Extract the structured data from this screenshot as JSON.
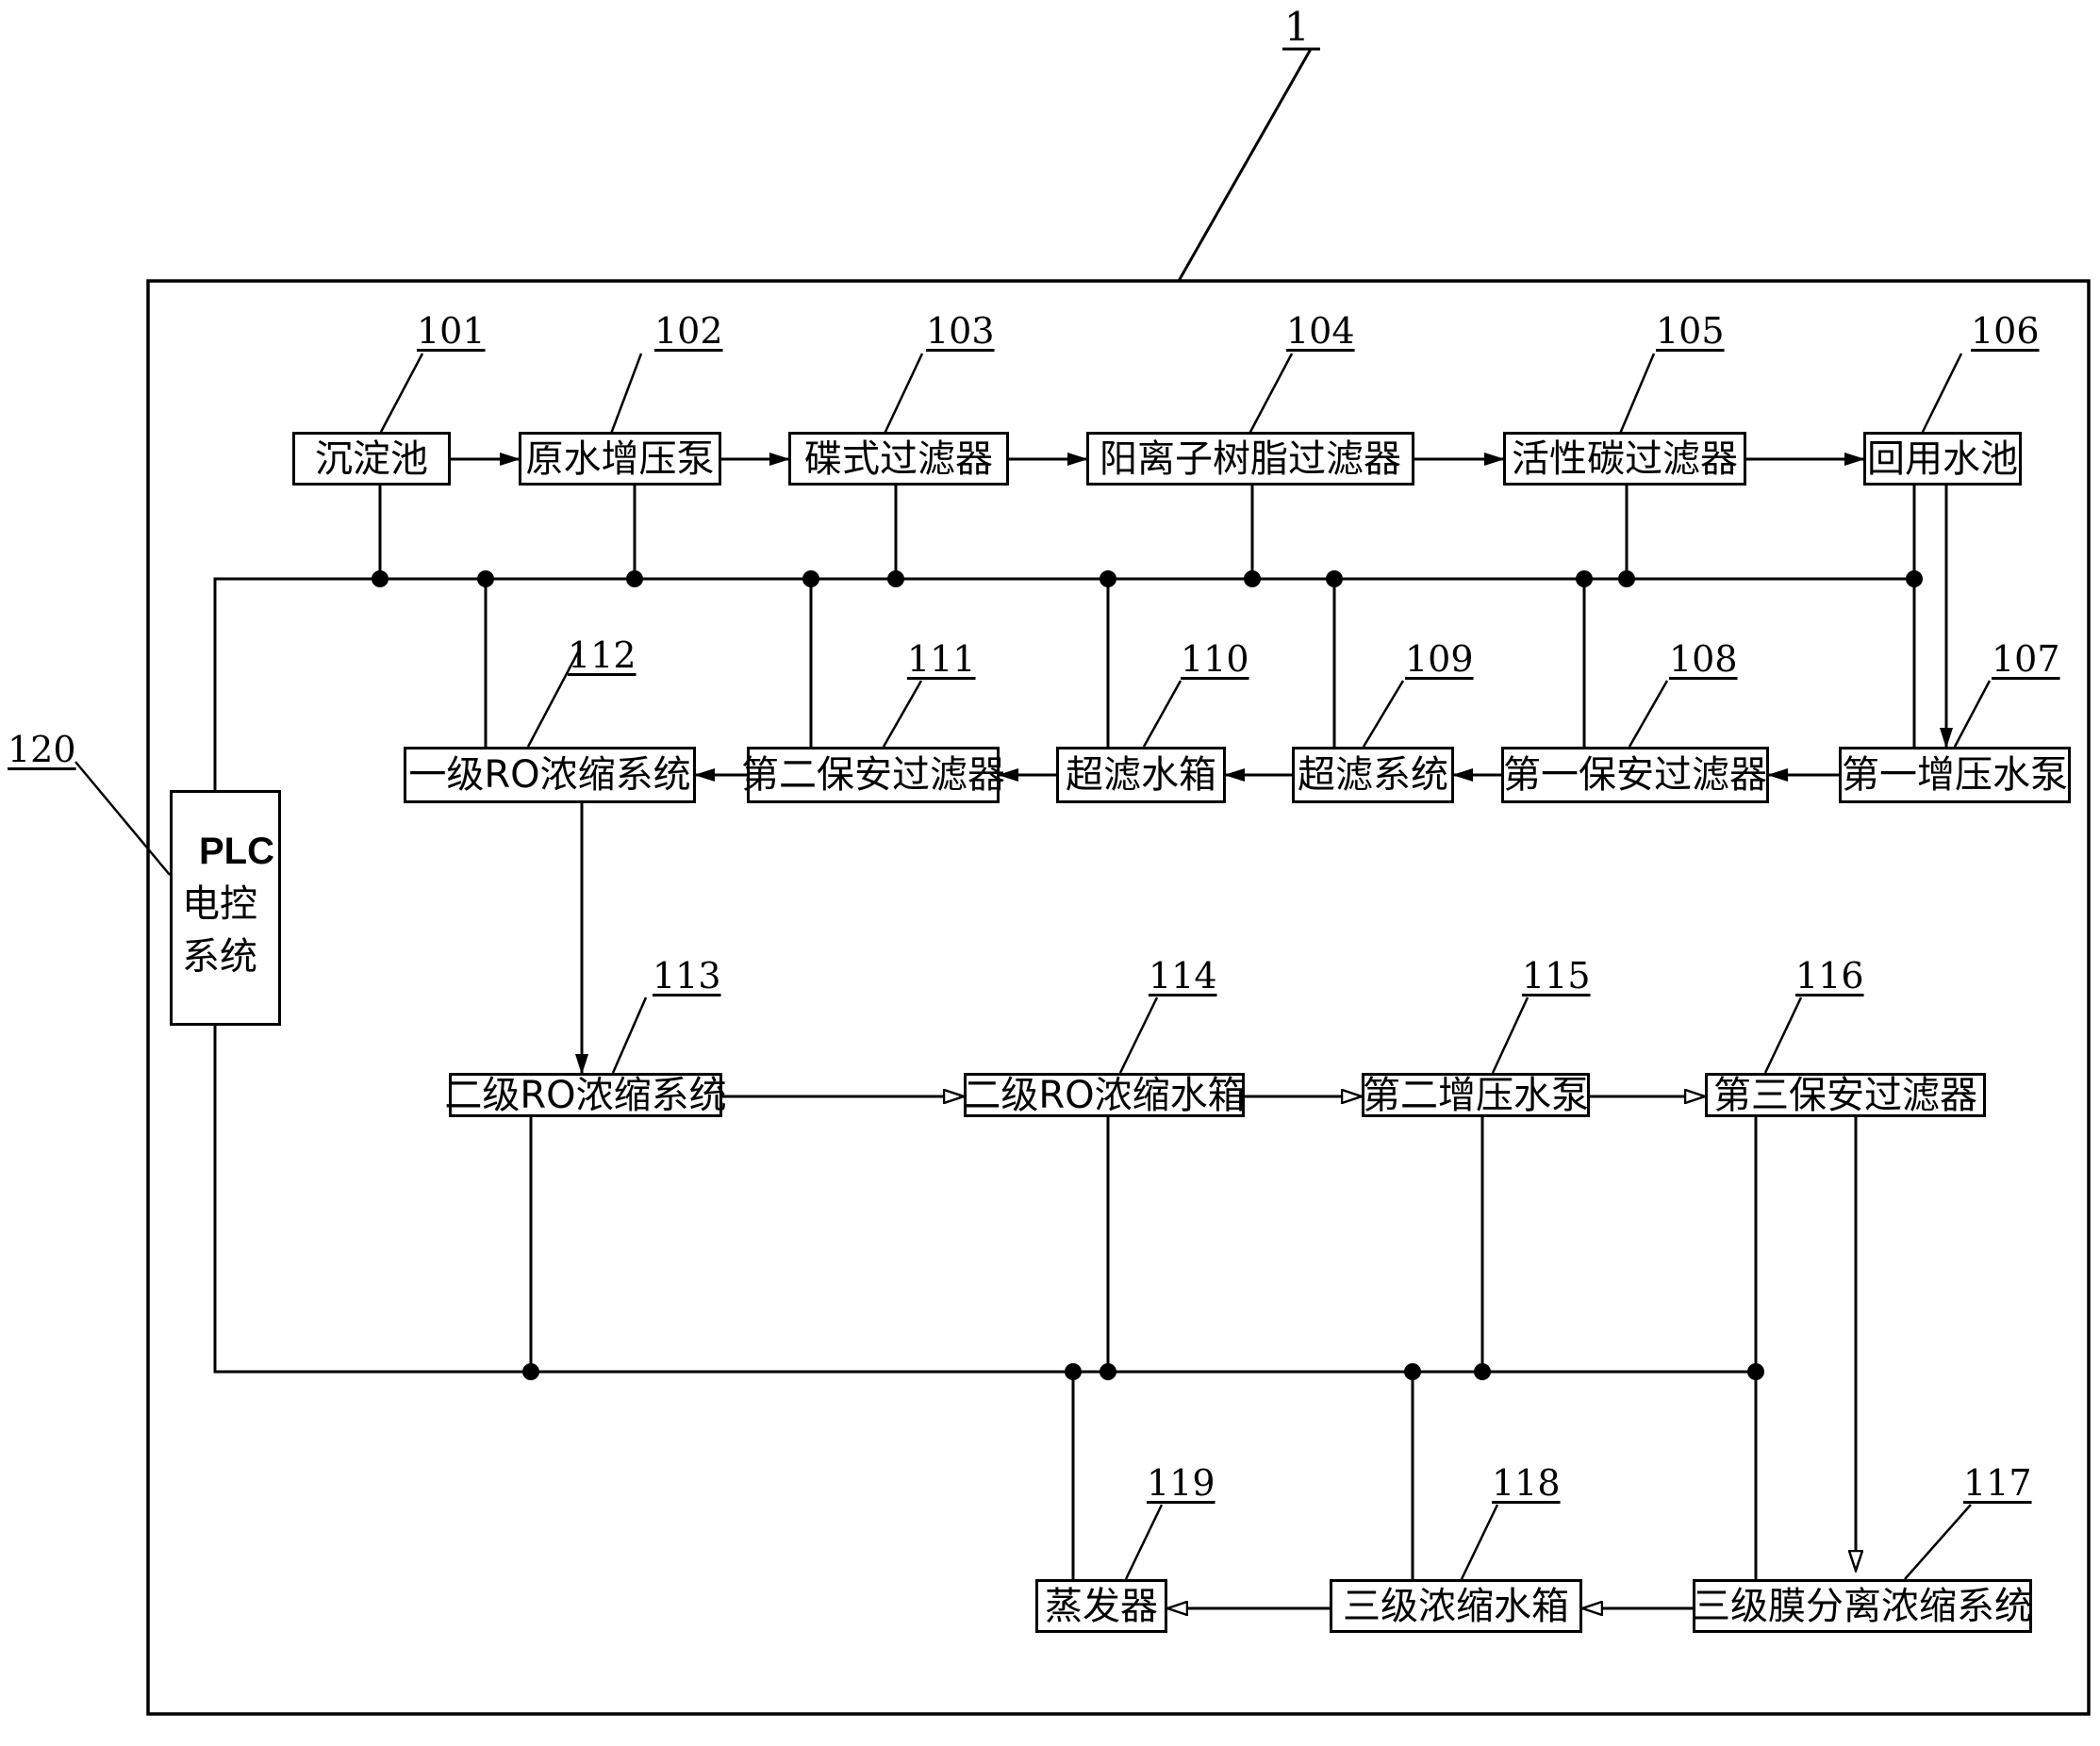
{
  "diagram": {
    "system_ref": "1",
    "nodes": {
      "n101": {
        "ref": "101",
        "label": "沉淀池"
      },
      "n102": {
        "ref": "102",
        "label": "原水增压泵"
      },
      "n103": {
        "ref": "103",
        "label": "碟式过滤器"
      },
      "n104": {
        "ref": "104",
        "label": "阳离子树脂过滤器"
      },
      "n105": {
        "ref": "105",
        "label": "活性碳过滤器"
      },
      "n106": {
        "ref": "106",
        "label": "回用水池"
      },
      "n107": {
        "ref": "107",
        "label": "第一增压水泵"
      },
      "n108": {
        "ref": "108",
        "label": "第一保安过滤器"
      },
      "n109": {
        "ref": "109",
        "label": "超滤系统"
      },
      "n110": {
        "ref": "110",
        "label": "超滤水箱"
      },
      "n111": {
        "ref": "111",
        "label": "第二保安过滤器"
      },
      "n112": {
        "ref": "112",
        "label": "一级RO浓缩系统"
      },
      "n113": {
        "ref": "113",
        "label": "二级RO浓缩系统"
      },
      "n114": {
        "ref": "114",
        "label": "二级RO浓缩水箱"
      },
      "n115": {
        "ref": "115",
        "label": "第二增压水泵"
      },
      "n116": {
        "ref": "116",
        "label": "第三保安过滤器"
      },
      "n117": {
        "ref": "117",
        "label": "三级膜分离浓缩系统"
      },
      "n118": {
        "ref": "118",
        "label": "三级浓缩水箱"
      },
      "n119": {
        "ref": "119",
        "label": "蒸发器"
      }
    },
    "plc": {
      "ref": "120",
      "line1": "PLC",
      "line2": "电控",
      "line3": "系统"
    },
    "flow": [
      [
        "101",
        "102"
      ],
      [
        "102",
        "103"
      ],
      [
        "103",
        "104"
      ],
      [
        "104",
        "105"
      ],
      [
        "105",
        "106"
      ],
      [
        "106",
        "107"
      ],
      [
        "107",
        "108"
      ],
      [
        "108",
        "109"
      ],
      [
        "109",
        "110"
      ],
      [
        "110",
        "111"
      ],
      [
        "111",
        "112"
      ],
      [
        "112",
        "113"
      ],
      [
        "113",
        "114"
      ],
      [
        "114",
        "115"
      ],
      [
        "115",
        "116"
      ],
      [
        "116",
        "117"
      ],
      [
        "117",
        "118"
      ],
      [
        "118",
        "119"
      ]
    ]
  }
}
